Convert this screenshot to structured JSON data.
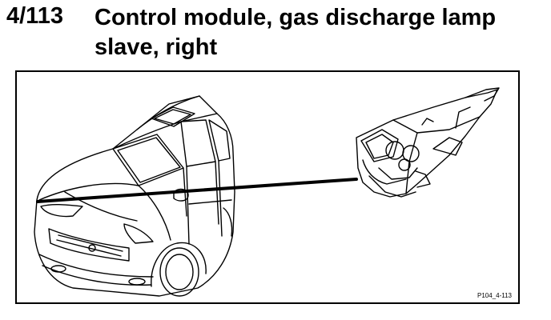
{
  "heading": {
    "reference": "4/113",
    "title_line1": "Control module, gas discharge lamp",
    "title_line2": "slave, right"
  },
  "figure": {
    "code": "P104_4-113",
    "subjects": [
      "car-front-view",
      "headlamp-module-with-control-unit"
    ]
  }
}
